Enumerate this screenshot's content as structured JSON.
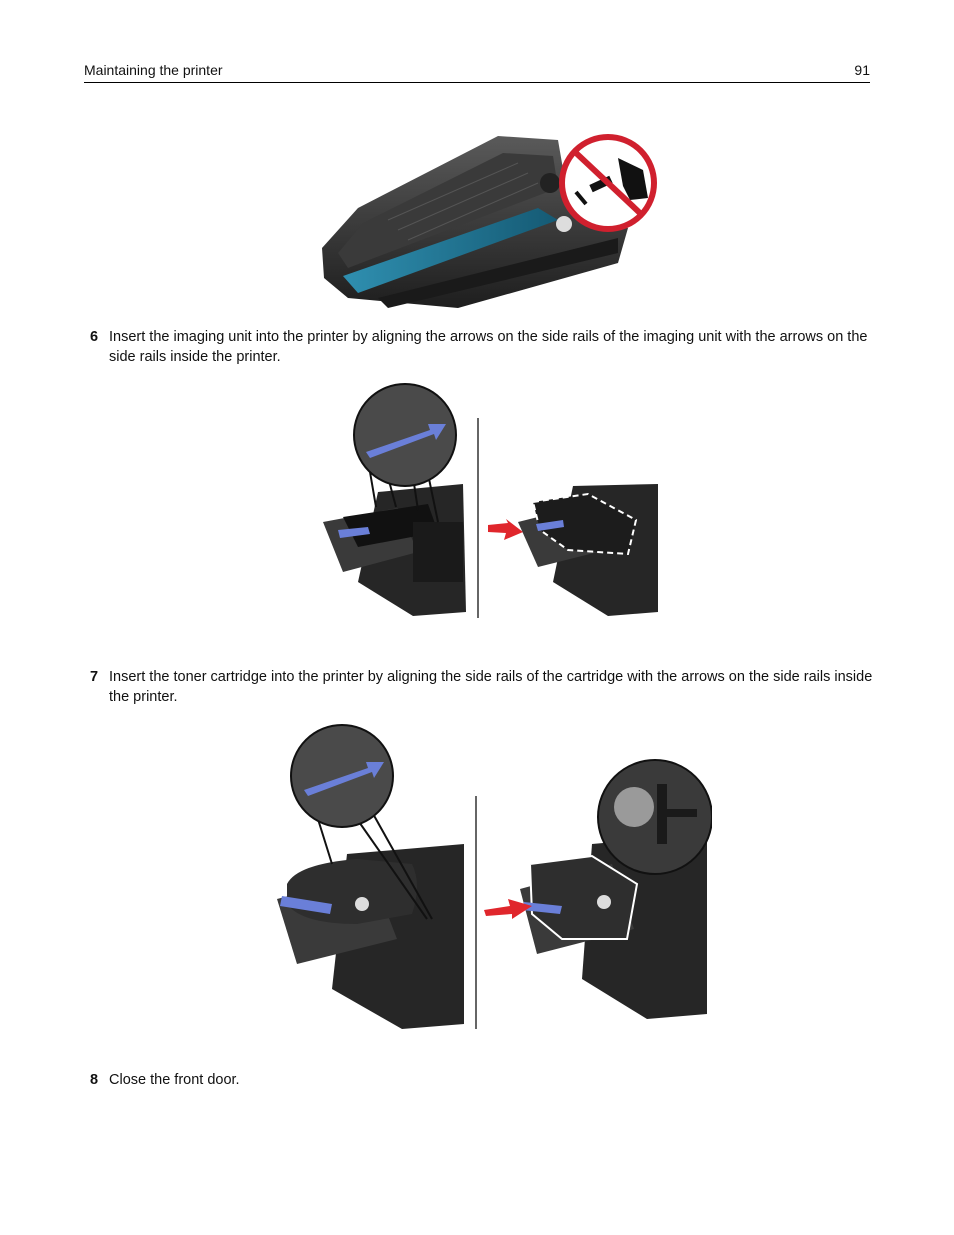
{
  "header": {
    "title": "Maintaining the printer",
    "page_number": "91"
  },
  "steps": [
    {
      "number": "6",
      "text": "Insert the imaging unit into the printer by aligning the arrows on the side rails of the imaging unit with the arrows on the side rails inside the printer."
    },
    {
      "number": "7",
      "text": "Insert the toner cartridge into the printer by aligning the side rails of the cartridge with the arrows on the side rails inside the printer."
    },
    {
      "number": "8",
      "text": "Close the front door."
    }
  ],
  "figures": [
    {
      "name": "imaging-unit-do-not-touch",
      "icon": "no-touch-icon"
    },
    {
      "name": "insert-imaging-unit",
      "icon": "arrow-callout-icon"
    },
    {
      "name": "insert-toner-cartridge",
      "icon": "arrow-callout-icon"
    }
  ],
  "colors": {
    "prohibition_red": "#d0202e",
    "guide_blue": "#6a7fd8",
    "insert_arrow_red": "#e0262c",
    "photoconductor_teal": "#1f6f8f",
    "printer_body": "#2a2a2a"
  }
}
